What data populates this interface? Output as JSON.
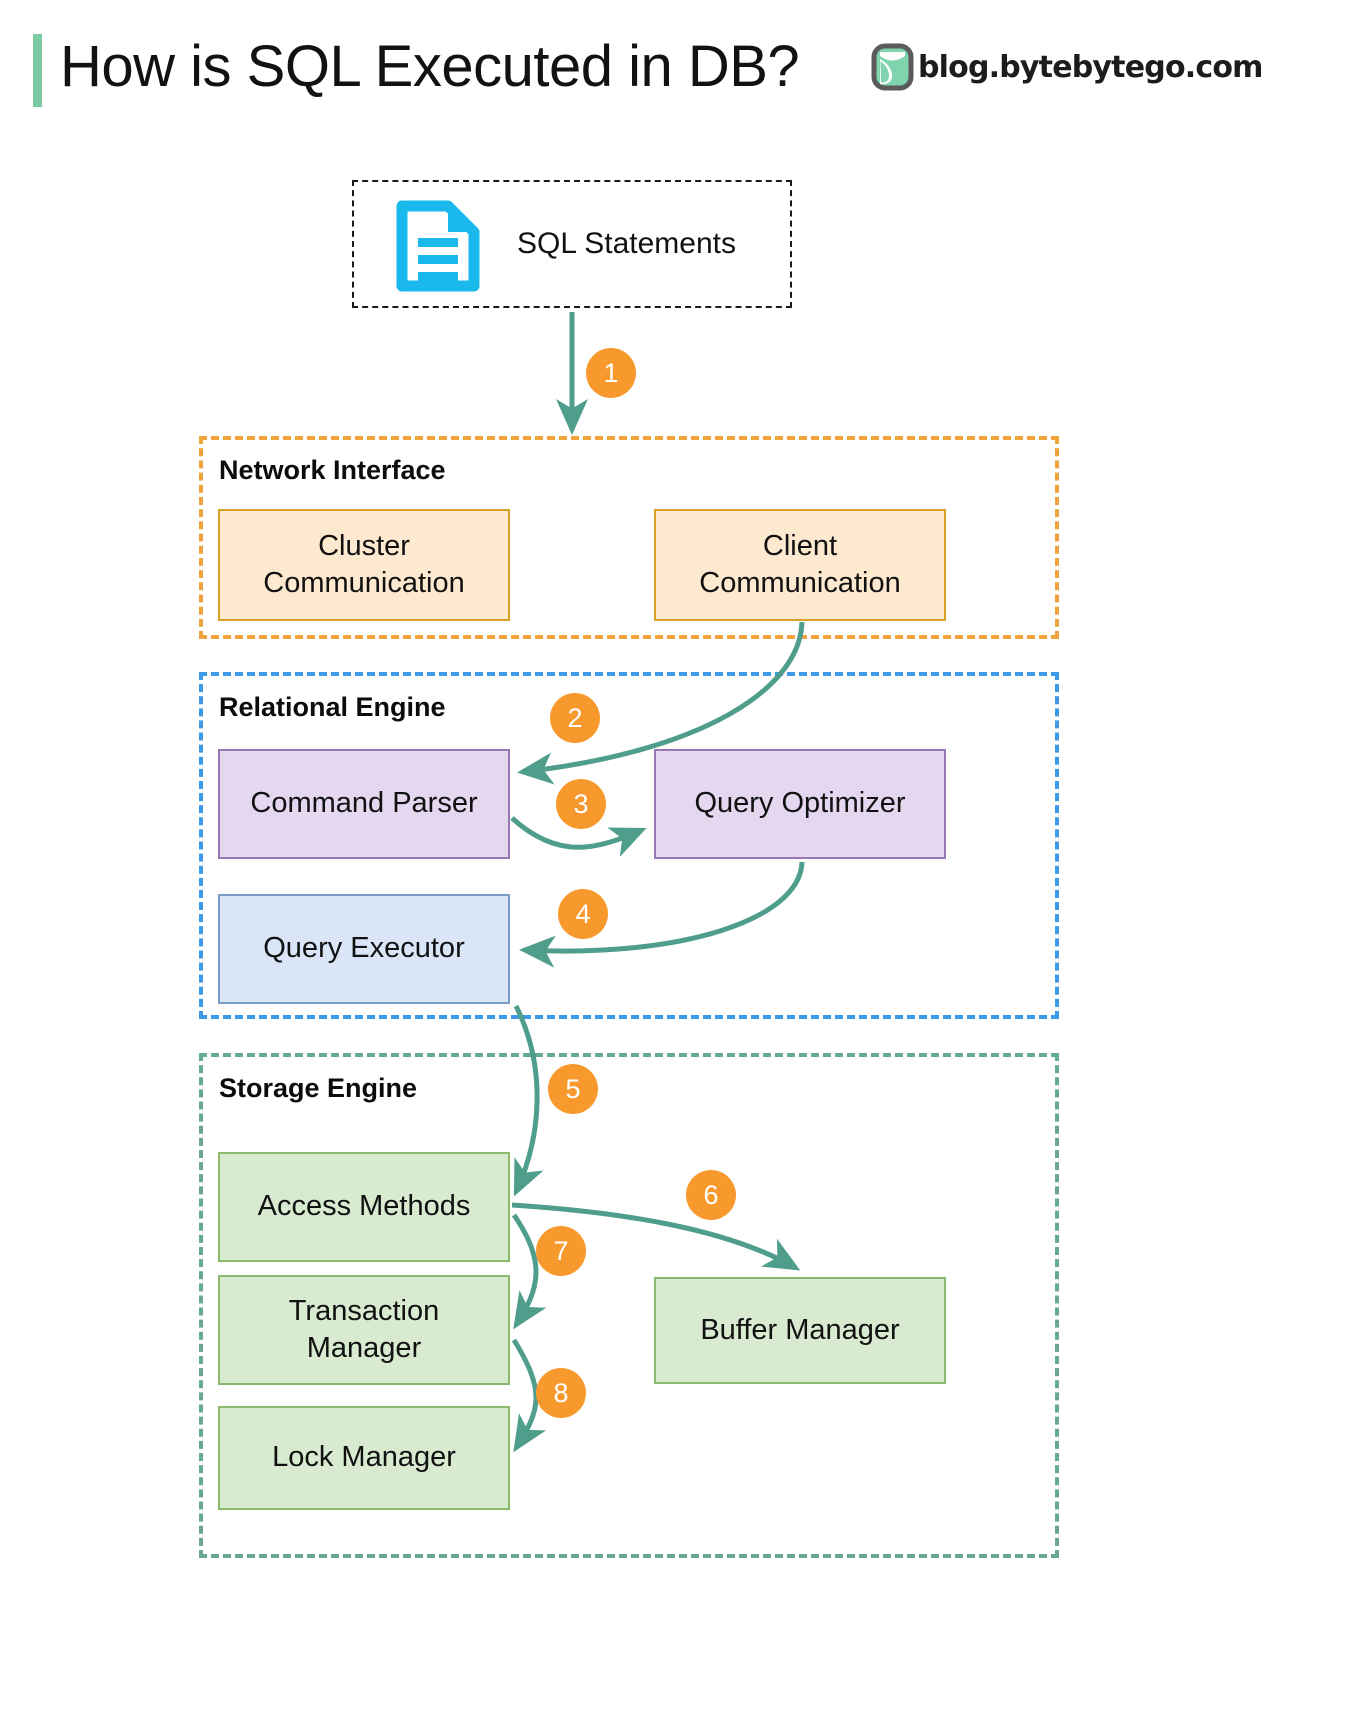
{
  "header": {
    "title": "How is SQL Executed in DB?",
    "brand_text": "blog.bytebytego.com",
    "accent_color": "#7bcaa4"
  },
  "source": {
    "label": "SQL Statements",
    "icon": "document-icon",
    "icon_color": "#1bb8ec",
    "border_style": "dashed-black"
  },
  "groups": [
    {
      "id": "network-interface",
      "title": "Network Interface",
      "border_color": "#f0a33c",
      "nodes": [
        {
          "id": "cluster-communication",
          "label": "Cluster\nCommunication",
          "fill": "#fde8d0",
          "stroke": "#d8a22a"
        },
        {
          "id": "client-communication",
          "label": "Client\nCommunication",
          "fill": "#fde8d0",
          "stroke": "#d8a22a"
        }
      ]
    },
    {
      "id": "relational-engine",
      "title": "Relational Engine",
      "border_color": "#3d9ae8",
      "nodes": [
        {
          "id": "command-parser",
          "label": "Command Parser",
          "fill": "#e4d7ef",
          "stroke": "#9a77b5"
        },
        {
          "id": "query-optimizer",
          "label": "Query Optimizer",
          "fill": "#e4d7ef",
          "stroke": "#9a77b5"
        },
        {
          "id": "query-executor",
          "label": "Query Executor",
          "fill": "#dae6f8",
          "stroke": "#7a9cc6"
        }
      ]
    },
    {
      "id": "storage-engine",
      "title": "Storage Engine",
      "border_color": "#66a893",
      "nodes": [
        {
          "id": "access-methods",
          "label": "Access Methods",
          "fill": "#d8ead0",
          "stroke": "#8bba6f"
        },
        {
          "id": "transaction-manager",
          "label": "Transaction\nManager",
          "fill": "#d8ead0",
          "stroke": "#8bba6f"
        },
        {
          "id": "lock-manager",
          "label": "Lock Manager",
          "fill": "#d8ead0",
          "stroke": "#8bba6f"
        },
        {
          "id": "buffer-manager",
          "label": "Buffer Manager",
          "fill": "#d8ead0",
          "stroke": "#8bba6f"
        }
      ]
    }
  ],
  "nodes": {
    "cluster_communication_line1": "Cluster",
    "cluster_communication_line2": "Communication",
    "client_communication_line1": "Client",
    "client_communication_line2": "Communication",
    "command_parser": "Command Parser",
    "query_optimizer": "Query Optimizer",
    "query_executor": "Query Executor",
    "access_methods": "Access Methods",
    "transaction_manager_line1": "Transaction",
    "transaction_manager_line2": "Manager",
    "lock_manager": "Lock Manager",
    "buffer_manager": "Buffer Manager"
  },
  "group_titles": {
    "network_interface": "Network Interface",
    "relational_engine": "Relational Engine",
    "storage_engine": "Storage Engine"
  },
  "steps": [
    {
      "n": "1",
      "from": "SQL Statements",
      "to": "Network Interface"
    },
    {
      "n": "2",
      "from": "Client Communication",
      "to": "Command Parser"
    },
    {
      "n": "3",
      "from": "Command Parser",
      "to": "Query Optimizer"
    },
    {
      "n": "4",
      "from": "Query Optimizer",
      "to": "Query Executor"
    },
    {
      "n": "5",
      "from": "Query Executor",
      "to": "Access Methods"
    },
    {
      "n": "6",
      "from": "Access Methods",
      "to": "Buffer Manager"
    },
    {
      "n": "7",
      "from": "Access Methods",
      "to": "Transaction Manager"
    },
    {
      "n": "8",
      "from": "Transaction Manager",
      "to": "Lock Manager"
    }
  ],
  "step_labels": {
    "s1": "1",
    "s2": "2",
    "s3": "3",
    "s4": "4",
    "s5": "5",
    "s6": "6",
    "s7": "7",
    "s8": "8"
  },
  "colors": {
    "arrow": "#4f9d8b",
    "badge": "#f8992e",
    "badge_text": "#ffffff"
  }
}
